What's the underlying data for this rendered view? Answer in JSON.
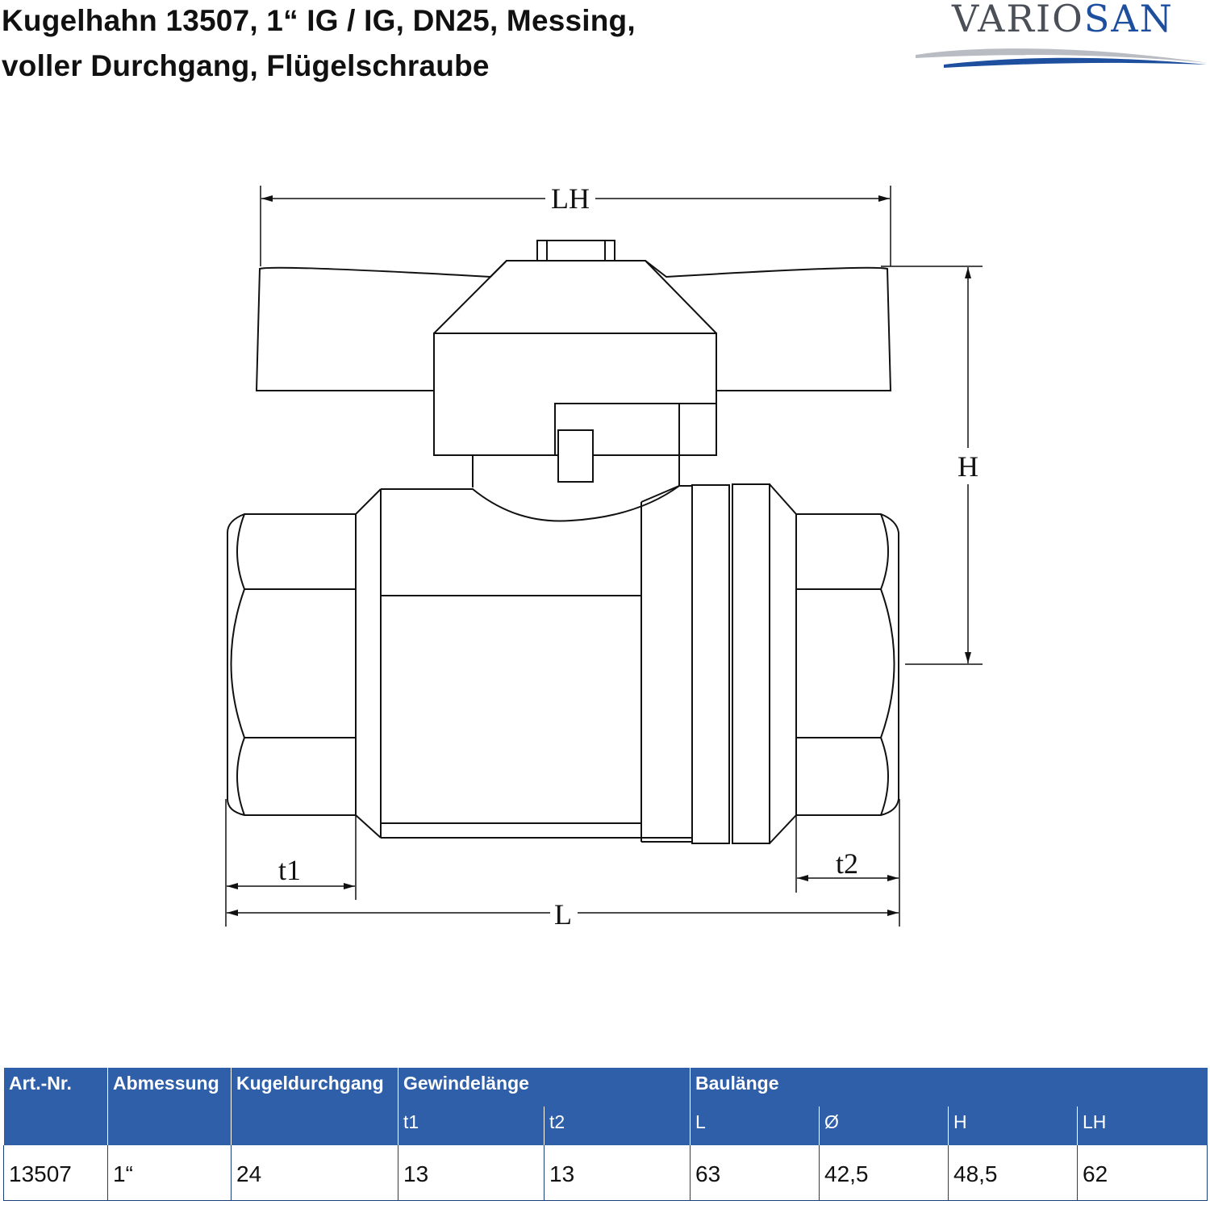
{
  "title": {
    "line1": "Kugelhahn 13507, 1“ IG / IG, DN25, Messing,",
    "line2": "voller Durchgang, Flügelschraube"
  },
  "logo": {
    "text": "VARIOSAN",
    "color": "#1e4f9e"
  },
  "drawing": {
    "labels": {
      "lh": "LH",
      "h": "H",
      "t1": "t1",
      "t2": "t2",
      "l": "L"
    }
  },
  "table": {
    "header_color": "#2f5fa9",
    "headers": {
      "art_nr": "Art.-Nr.",
      "abmessung": "Abmessung",
      "kugeldurchgang": "Kugeldurchgang",
      "gewindelaenge": "Gewindelänge",
      "baulaenge": "Baulänge"
    },
    "subheaders": {
      "t1": "t1",
      "t2": "t2",
      "l": "L",
      "d": "Ø",
      "h": "H",
      "lh": "LH"
    },
    "row": {
      "art_nr": "13507",
      "abmessung": "1“",
      "kugeldurchgang": "24",
      "t1": "13",
      "t2": "13",
      "l": "63",
      "d": "42,5",
      "h": "48,5",
      "lh": "62"
    }
  }
}
